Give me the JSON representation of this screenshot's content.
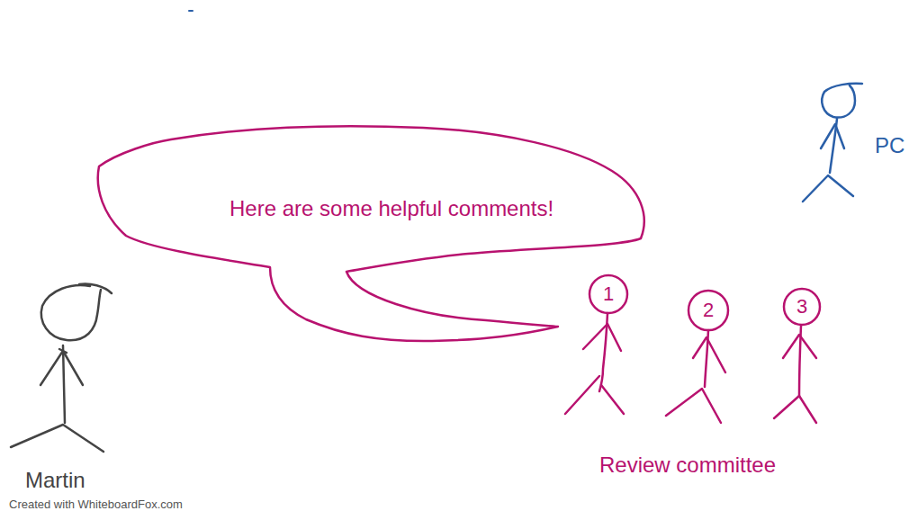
{
  "diagram": {
    "nodes": [
      {
        "text": [
          "Here are some helpful comments!"
        ]
      },
      {
        "text": [
          "1"
        ]
      },
      {
        "text": [
          "2"
        ]
      },
      {
        "text": [
          "3"
        ]
      }
    ],
    "labels": [
      "Martin",
      "Review committee",
      "PC",
      "Created with WhiteboardFox.com"
    ]
  }
}
